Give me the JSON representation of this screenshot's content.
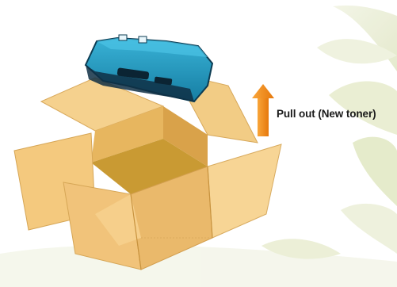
{
  "instruction": {
    "label": "Pull out (New toner)",
    "arrow_direction": "up",
    "arrow_color": "#f08a1c"
  },
  "illustration": {
    "box_color": "#efc477",
    "toner_color": "#1e8fb5",
    "background_motif": "leaf"
  }
}
